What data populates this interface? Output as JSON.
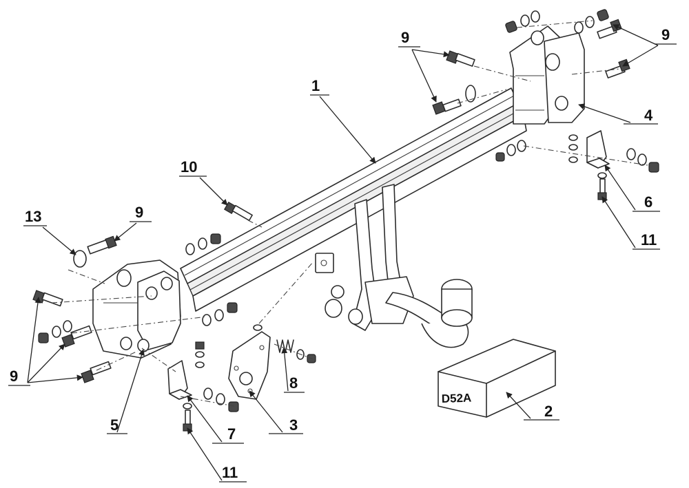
{
  "callouts": {
    "c1": "1",
    "c2": "2",
    "c3": "3",
    "c4": "4",
    "c5": "5",
    "c6": "6",
    "c7": "7",
    "c8": "8",
    "c9_top": "9",
    "c9_right": "9",
    "c9_mid": "9",
    "c9_left": "9",
    "c10": "10",
    "c11_right": "11",
    "c11_bottom": "11",
    "c13": "13"
  },
  "box_label": "D52A"
}
